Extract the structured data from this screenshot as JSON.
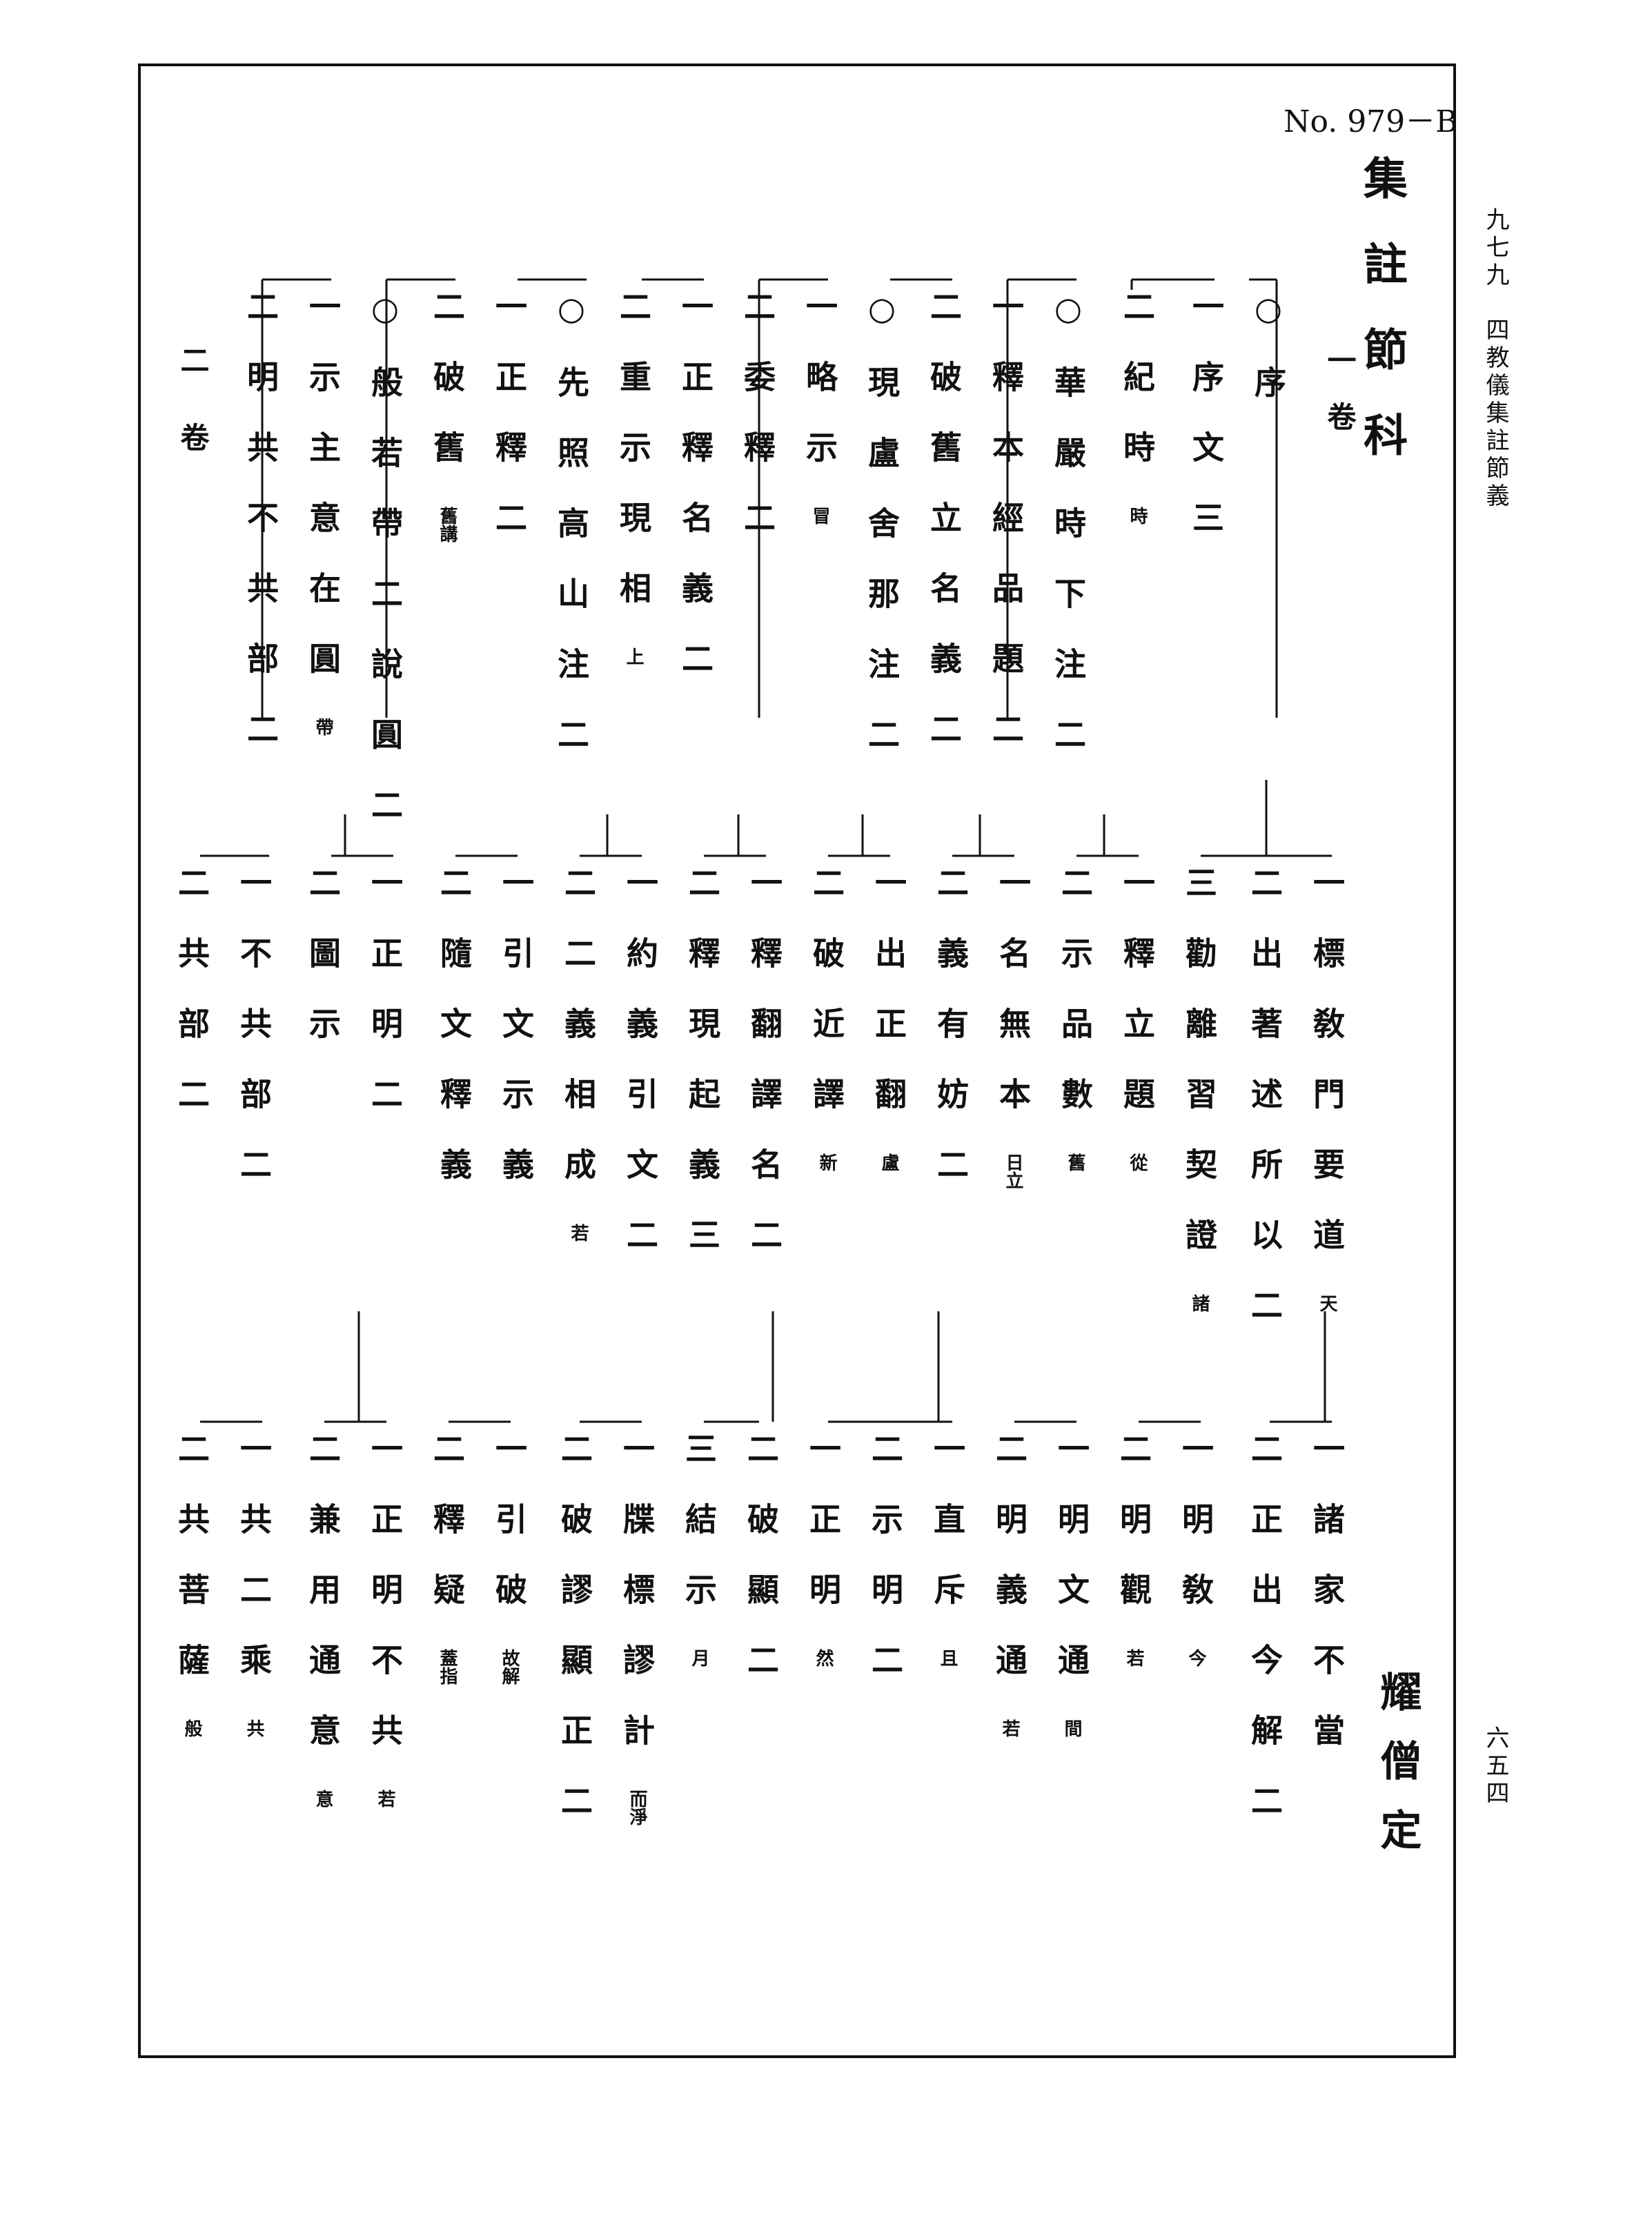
{
  "doc_number": "No. 979－B",
  "title": "集註節科",
  "volume_1": "一卷",
  "volume_2": "二卷",
  "author": "耀僧定",
  "margin": {
    "title": "九七九　四教儀集註節義",
    "page": "六五四"
  },
  "tier1": [
    {
      "t": "○序",
      "n": ""
    },
    {
      "t": "一序文三",
      "n": ""
    },
    {
      "t": "二紀時",
      "n": "時"
    },
    {
      "t": "○華嚴時下注二",
      "n": ""
    },
    {
      "t": "一釋本經品題二",
      "n": ""
    },
    {
      "t": "二破舊立名義二",
      "n": ""
    },
    {
      "t": "○現盧舍那注二",
      "n": ""
    },
    {
      "t": "一略示",
      "n": "冒"
    },
    {
      "t": "二委釋二",
      "n": ""
    },
    {
      "t": "一正釋名義二",
      "n": ""
    },
    {
      "t": "二重示現相",
      "n": "上"
    },
    {
      "t": "○先照高山注二",
      "n": ""
    },
    {
      "t": "一正釋二",
      "n": ""
    },
    {
      "t": "二破舊",
      "n": "舊講"
    },
    {
      "t": "○般若帶二說圓二",
      "n": ""
    },
    {
      "t": "一示主意在圓",
      "n": "帶"
    },
    {
      "t": "二明共不共部二",
      "n": ""
    }
  ],
  "tier2": [
    {
      "t": "一標敎門要道",
      "n": "天"
    },
    {
      "t": "二出著述所以二",
      "n": ""
    },
    {
      "t": "三勸離習契證",
      "n": "諸"
    },
    {
      "t": "一釋立題",
      "n": "從"
    },
    {
      "t": "二示品數",
      "n": "舊"
    },
    {
      "t": "一名無本",
      "n": "日立"
    },
    {
      "t": "二義有妨二",
      "n": ""
    },
    {
      "t": "一出正翻",
      "n": "盧"
    },
    {
      "t": "二破近譯",
      "n": "新"
    },
    {
      "t": "一釋翻譯名二",
      "n": ""
    },
    {
      "t": "二釋現起義三",
      "n": ""
    },
    {
      "t": "一約義引文二",
      "n": ""
    },
    {
      "t": "二二義相成",
      "n": "若"
    },
    {
      "t": "一引文示義",
      "n": ""
    },
    {
      "t": "二隨文釋義",
      "n": ""
    },
    {
      "t": "一正明二",
      "n": ""
    },
    {
      "t": "二圖示",
      "n": ""
    },
    {
      "t": "一不共部二",
      "n": ""
    },
    {
      "t": "二共部二",
      "n": ""
    }
  ],
  "tier3": [
    {
      "t": "一諸家不當",
      "n": ""
    },
    {
      "t": "二正出今解二",
      "n": ""
    },
    {
      "t": "一明敎",
      "n": "今"
    },
    {
      "t": "二明觀",
      "n": "若"
    },
    {
      "t": "一明文通",
      "n": "間"
    },
    {
      "t": "二明義通",
      "n": "若"
    },
    {
      "t": "一直斥",
      "n": "且"
    },
    {
      "t": "二示明二",
      "n": ""
    },
    {
      "t": "一正明",
      "n": "然"
    },
    {
      "t": "二破顯二",
      "n": ""
    },
    {
      "t": "三結示",
      "n": "月"
    },
    {
      "t": "一牒標謬計",
      "n": "而淨"
    },
    {
      "t": "二破謬顯正二",
      "n": ""
    },
    {
      "t": "一引破",
      "n": "故解"
    },
    {
      "t": "二釋疑",
      "n": "蓋指"
    },
    {
      "t": "一正明不共",
      "n": "若"
    },
    {
      "t": "二兼用通意",
      "n": "意"
    },
    {
      "t": "一共二乘",
      "n": "共"
    },
    {
      "t": "二共菩薩",
      "n": "般"
    }
  ]
}
